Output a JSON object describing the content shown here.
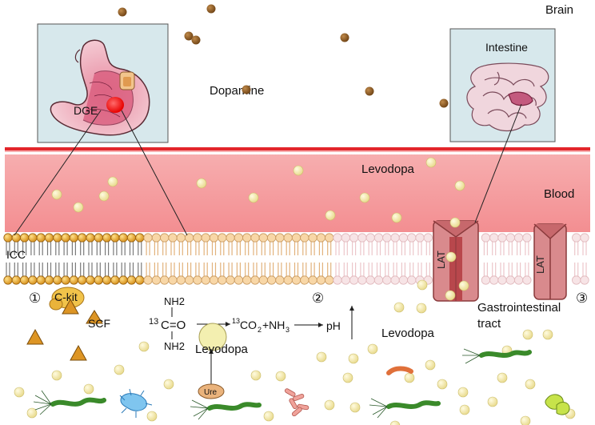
{
  "labels": {
    "brain": "Brain",
    "dopamine": "Dopamine",
    "intestine": "Intestine",
    "dge": "DGE",
    "levodopa_blood": "Levodopa",
    "blood": "Blood",
    "icc": "ICC",
    "lat_1": "LAT",
    "lat_2": "LAT",
    "marker_1": "①",
    "marker_2": "②",
    "marker_3": "③",
    "ckit": "C-kit",
    "scf": "SCF",
    "gi_tract_line1": "Gastrointestinal",
    "gi_tract_line2": "tract",
    "levodopa_lumen": "Levodopa",
    "levodopa_urease": "Levodopa",
    "ure": "Ure",
    "reaction": {
      "nh2_top": "NH2",
      "carbon_sup": "13",
      "carbon": "C=O",
      "nh2_bottom": "NH2",
      "co2_sup": "13",
      "co2": "CO",
      "co2_sub": "2",
      "nh3": "+NH",
      "nh3_sub": "3",
      "ph": "pH"
    }
  },
  "colors": {
    "blood_band": "#f5a3a5",
    "blood_line": "#e3262b",
    "levodopa_particle": "#f3eaa0",
    "dopamine_particle": "#8b5a22",
    "lipid_head_icc": "#e5a52b",
    "lipid_head_mid": "#f8d7a7",
    "lipid_head_right": "#f6d9dc",
    "lat_channel": "#d9888a",
    "triangle": "#d9901e"
  }
}
